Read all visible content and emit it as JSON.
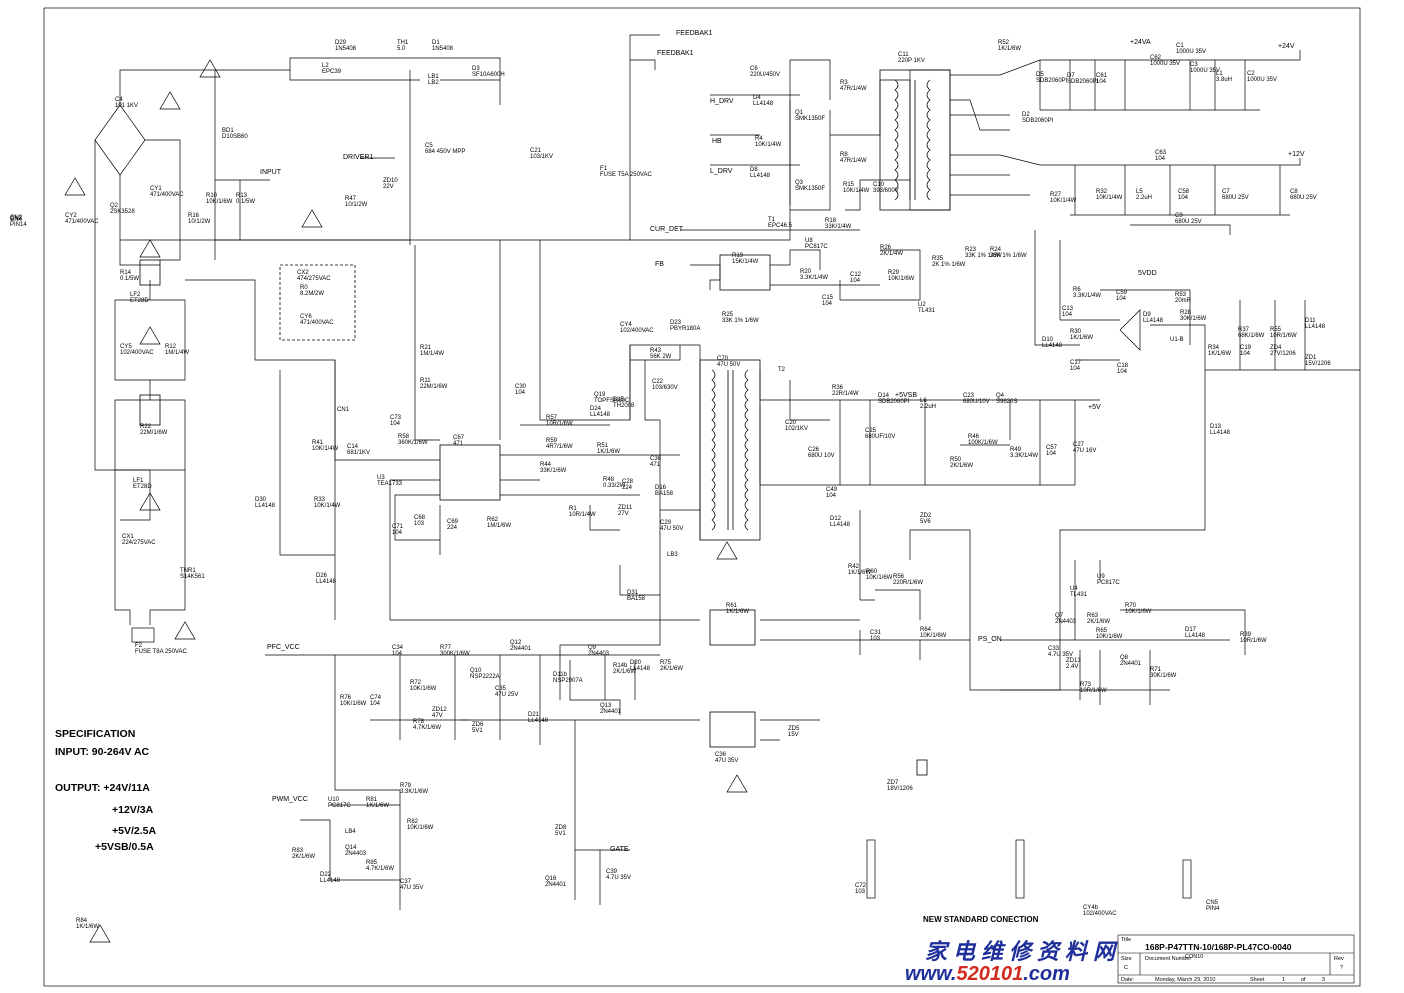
{
  "spec": {
    "heading": "SPECIFICATION",
    "input": "INPUT: 90-264V AC",
    "output_24": "OUTPUT: +24V/11A",
    "output_12": "+12V/3A",
    "output_5": "+5V/2.5A",
    "output_5vsb": "+5VSB/0.5A"
  },
  "title_block": {
    "title_label": "Title",
    "title": "168P-P47TTN-10/168P-PL47CO-0040",
    "size_label": "Size",
    "size": "C",
    "doc_label": "Document Number",
    "doc": "CON10",
    "rev_label": "Rev",
    "rev": "?",
    "date_label": "Date:",
    "date": "Monday, March 29, 2010",
    "sheet_label": "Sheet",
    "sheet": "1",
    "of_label": "of",
    "of": "3"
  },
  "new_standard": "NEW STANDARD CONECTION",
  "watermark": {
    "cn": "家电维修资料网",
    "url_a": "www.",
    "url_b": "520101",
    "url_c": ".com"
  },
  "nets": {
    "feedbak1": "FEEDBAK1",
    "feedbak1b": "FEEDBAK1",
    "h_drv": "H_DRV",
    "l_drv": "L_DRV",
    "hb": "HB",
    "cur_det": "CUR_DET",
    "fb": "FB",
    "driver1": "DRIVER1",
    "input": "INPUT",
    "pfc_vcc": "PFC_VCC",
    "pwm_vcc": "PWM_VCC",
    "ps_on": "PS_ON",
    "gate": "GATE",
    "plus24va": "+24VA",
    "plus24v": "+24V",
    "plus12v": "+12V",
    "plus5v": "+5V",
    "plus5vsb": "+5VSB",
    "5vdd": "5VDD"
  },
  "components": [
    {
      "t": "D29",
      "v": "1N5408"
    },
    {
      "t": "TH1",
      "v": "5.0"
    },
    {
      "t": "D1",
      "v": "1N5408"
    },
    {
      "t": "L2",
      "v": "EPC39"
    },
    {
      "t": "LB1",
      "v": "LB2"
    },
    {
      "t": "D3",
      "v": "SF10A600H"
    },
    {
      "t": "C4",
      "v": "101 1KV"
    },
    {
      "t": "BD1",
      "v": "D10SB60"
    },
    {
      "t": "C5",
      "v": "684 450V MPP"
    },
    {
      "t": "Q2",
      "v": "2SK3528"
    },
    {
      "t": "CY1",
      "v": "471/400VAC"
    },
    {
      "t": "CY2",
      "v": "471/400VAC"
    },
    {
      "t": "R16",
      "v": "10/1/2W"
    },
    {
      "t": "R47",
      "v": "10/1/2W"
    },
    {
      "t": "ZD10",
      "v": "22V"
    },
    {
      "t": "R10",
      "v": "10K/1/6W"
    },
    {
      "t": "R13",
      "v": "0.1/5W"
    },
    {
      "t": "R14",
      "v": "0.1/5W"
    },
    {
      "t": "LF2",
      "v": "ET28D"
    },
    {
      "t": "CX2",
      "v": "474/275VAC"
    },
    {
      "t": "R0",
      "v": "8.2M/2W"
    },
    {
      "t": "CY6",
      "v": "471/400VAC"
    },
    {
      "t": "CY5",
      "v": "102/400VAC"
    },
    {
      "t": "R12",
      "v": "1M/1/4W"
    },
    {
      "t": "R21",
      "v": "1M/1/4W"
    },
    {
      "t": "R11",
      "v": "22M/1/6W"
    },
    {
      "t": "R22",
      "v": "22M/1/6W"
    },
    {
      "t": "LF1",
      "v": "ET28D"
    },
    {
      "t": "CX1",
      "v": "224/275VAC"
    },
    {
      "t": "TNR1",
      "v": "S14K561"
    },
    {
      "t": "F2",
      "v": "FUSE T8A 250VAC"
    },
    {
      "t": "CN1",
      "v": ""
    },
    {
      "t": "R41",
      "v": "10K/1/4W"
    },
    {
      "t": "C14",
      "v": "681/1KV"
    },
    {
      "t": "D30",
      "v": "LL4148"
    },
    {
      "t": "R33",
      "v": "10K/1/4W"
    },
    {
      "t": "D26",
      "v": "LL4148"
    },
    {
      "t": "C73",
      "v": "104"
    },
    {
      "t": "R58",
      "v": "360K/1/6W"
    },
    {
      "t": "C67",
      "v": "471"
    },
    {
      "t": "U3",
      "v": "TEA1733"
    },
    {
      "t": "C71",
      "v": "104"
    },
    {
      "t": "C68",
      "v": "103"
    },
    {
      "t": "C69",
      "v": "224"
    },
    {
      "t": "R62",
      "v": "1M/1/6W"
    },
    {
      "t": "C30",
      "v": "104"
    },
    {
      "t": "C21",
      "v": "103/1KV"
    },
    {
      "t": "F1",
      "v": "FUSE T5A 250VAC"
    },
    {
      "t": "C6",
      "v": "220U/450V"
    },
    {
      "t": "D4",
      "v": "LL4148"
    },
    {
      "t": "R3",
      "v": "47R/1/4W"
    },
    {
      "t": "Q1",
      "v": "SMK1350F"
    },
    {
      "t": "R4",
      "v": "10K/1/4W"
    },
    {
      "t": "D8",
      "v": "LL4148"
    },
    {
      "t": "R8",
      "v": "47R/1/4W"
    },
    {
      "t": "Q3",
      "v": "SMK1350F"
    },
    {
      "t": "R15",
      "v": "10K/1/4W"
    },
    {
      "t": "C10",
      "v": "393/600V"
    },
    {
      "t": "C11",
      "v": "220P 1KV"
    },
    {
      "t": "T1",
      "v": "EPC46.5"
    },
    {
      "t": "R18",
      "v": "33K/1/4W"
    },
    {
      "t": "R19",
      "v": "15K/1/4W"
    },
    {
      "t": "U8",
      "v": "PC817C"
    },
    {
      "t": "R20",
      "v": "3.3K/1/4W"
    },
    {
      "t": "R26",
      "v": "2K/1/4W"
    },
    {
      "t": "C12",
      "v": "104"
    },
    {
      "t": "R29",
      "v": "10K/1/6W"
    },
    {
      "t": "C15",
      "v": "104"
    },
    {
      "t": "U2",
      "v": "TL431"
    },
    {
      "t": "R35",
      "v": "2K 1% 1/6W"
    },
    {
      "t": "R23",
      "v": "33K 1% 1/6W"
    },
    {
      "t": "R24",
      "v": "33K 1% 1/6W"
    },
    {
      "t": "R25",
      "v": "33K 1% 1/6W"
    },
    {
      "t": "CY4",
      "v": "102/400VAC"
    },
    {
      "t": "D23",
      "v": "PBYR180A"
    },
    {
      "t": "R43",
      "v": "56K 2W"
    },
    {
      "t": "C22",
      "v": "103/630V"
    },
    {
      "t": "D15",
      "v": "TH2008"
    },
    {
      "t": "Q19",
      "v": "TOPFSN60C"
    },
    {
      "t": "D24",
      "v": "LL4148"
    },
    {
      "t": "R57",
      "v": "10R/1/6W"
    },
    {
      "t": "R59",
      "v": "4R7/1/6W"
    },
    {
      "t": "R51",
      "v": "1K/1/6W"
    },
    {
      "t": "R44",
      "v": "33K/1/6W"
    },
    {
      "t": "C38",
      "v": "471"
    },
    {
      "t": "R48",
      "v": "0.33/2W"
    },
    {
      "t": "C28",
      "v": "224"
    },
    {
      "t": "D16",
      "v": "BA158"
    },
    {
      "t": "R1",
      "v": "10R/1/4W"
    },
    {
      "t": "ZD11",
      "v": "27V"
    },
    {
      "t": "C29",
      "v": "47U 50V"
    },
    {
      "t": "LB3",
      "v": ""
    },
    {
      "t": "D31",
      "v": "BA158"
    },
    {
      "t": "C70",
      "v": "47U 50V"
    },
    {
      "t": "T2",
      "v": ""
    },
    {
      "t": "R36",
      "v": "22R/1/4W"
    },
    {
      "t": "C20",
      "v": "102/1KV"
    },
    {
      "t": "D14",
      "v": "SDB2060PI"
    },
    {
      "t": "L6",
      "v": "2.2uH"
    },
    {
      "t": "C25",
      "v": "680UF/10V"
    },
    {
      "t": "C26",
      "v": "680U 10V"
    },
    {
      "t": "C49",
      "v": "104"
    },
    {
      "t": "C23",
      "v": "680U/10V"
    },
    {
      "t": "Q4",
      "v": "S9620S"
    },
    {
      "t": "R46",
      "v": "100K/1/6W"
    },
    {
      "t": "R50",
      "v": "2K/1/6W"
    },
    {
      "t": "R49",
      "v": "3.3K/1/4W"
    },
    {
      "t": "C57",
      "v": "104"
    },
    {
      "t": "C27",
      "v": "47U 16V"
    },
    {
      "t": "R52",
      "v": "1K/1/6W"
    },
    {
      "t": "D2",
      "v": "SDB2060PI"
    },
    {
      "t": "D5",
      "v": "SDB2060PI"
    },
    {
      "t": "D7",
      "v": "SDB2060PI"
    },
    {
      "t": "C61",
      "v": "104"
    },
    {
      "t": "C62",
      "v": "1000U 35V"
    },
    {
      "t": "C1",
      "v": "1000U 35V"
    },
    {
      "t": "C3",
      "v": "1000U 35V"
    },
    {
      "t": "L1",
      "v": "3.8uH"
    },
    {
      "t": "C2",
      "v": "1000U 35V"
    },
    {
      "t": "C63",
      "v": "104"
    },
    {
      "t": "R27",
      "v": "10K/1/4W"
    },
    {
      "t": "R32",
      "v": "10K/1/4W"
    },
    {
      "t": "L5",
      "v": "2.2uH"
    },
    {
      "t": "C58",
      "v": "104"
    },
    {
      "t": "C7",
      "v": "680U 25V"
    },
    {
      "t": "C8",
      "v": "680U 25V"
    },
    {
      "t": "C9",
      "v": "680U 25V"
    },
    {
      "t": "R6",
      "v": "3.3K/1/4W"
    },
    {
      "t": "C59",
      "v": "104"
    },
    {
      "t": "R53",
      "v": "20mR"
    },
    {
      "t": "C13",
      "v": "104"
    },
    {
      "t": "D9",
      "v": "LL4148"
    },
    {
      "t": "R28",
      "v": "30K/1/6W"
    },
    {
      "t": "R30",
      "v": "1K/1/6W"
    },
    {
      "t": "U1-B",
      "v": ""
    },
    {
      "t": "D10",
      "v": "LL4148"
    },
    {
      "t": "C17",
      "v": "104"
    },
    {
      "t": "C18",
      "v": "104"
    },
    {
      "t": "R34",
      "v": "1K/1/6W"
    },
    {
      "t": "R37",
      "v": "68K/1/6W"
    },
    {
      "t": "C19",
      "v": "104"
    },
    {
      "t": "R55",
      "v": "10R/1/6W"
    },
    {
      "t": "ZD4",
      "v": "27V/1206"
    },
    {
      "t": "D11",
      "v": "LL4148"
    },
    {
      "t": "ZD1",
      "v": "15V/1206"
    },
    {
      "t": "D13",
      "v": "LL4148"
    },
    {
      "t": "ZD2",
      "v": "5V6"
    },
    {
      "t": "D12",
      "v": "LL4148"
    },
    {
      "t": "R42",
      "v": "1K/1/6W"
    },
    {
      "t": "R60",
      "v": "10K/1/6W"
    },
    {
      "t": "R56",
      "v": "220R/1/6W"
    },
    {
      "t": "R61",
      "v": "1K/1/6W"
    },
    {
      "t": "C31",
      "v": "103"
    },
    {
      "t": "R64",
      "v": "10K/1/6W"
    },
    {
      "t": "U9",
      "v": "PC817C"
    },
    {
      "t": "U4",
      "v": "TL431"
    },
    {
      "t": "R70",
      "v": "10K/1/6W"
    },
    {
      "t": "Q7",
      "v": "2N4403"
    },
    {
      "t": "R63",
      "v": "2K/1/6W"
    },
    {
      "t": "R65",
      "v": "10K/1/6W"
    },
    {
      "t": "D17",
      "v": "LL4148"
    },
    {
      "t": "R39",
      "v": "10R/1/6W"
    },
    {
      "t": "C33",
      "v": "4.7U 35V"
    },
    {
      "t": "ZD13",
      "v": "2.4V"
    },
    {
      "t": "Q8",
      "v": "2N4401"
    },
    {
      "t": "R71",
      "v": "30K/1/6W"
    },
    {
      "t": "R73",
      "v": "10R/1/6W"
    },
    {
      "t": "C34",
      "v": "104"
    },
    {
      "t": "R77",
      "v": "300K/1/6W"
    },
    {
      "t": "Q12",
      "v": "2N4401"
    },
    {
      "t": "Q9",
      "v": "2N4403"
    },
    {
      "t": "R72",
      "v": "10K/1/6W"
    },
    {
      "t": "Q10",
      "v": "NSP2222A"
    },
    {
      "t": "D11b",
      "v": "NSP2907A"
    },
    {
      "t": "R14b",
      "v": "2K/1/6W"
    },
    {
      "t": "D20",
      "v": "LL4148"
    },
    {
      "t": "R75",
      "v": "2K/1/6W"
    },
    {
      "t": "R76",
      "v": "10K/1/6W"
    },
    {
      "t": "C74",
      "v": "104"
    },
    {
      "t": "ZD12",
      "v": "47V"
    },
    {
      "t": "C35",
      "v": "47U 25V"
    },
    {
      "t": "R78",
      "v": "4.7K/1/6W"
    },
    {
      "t": "ZD6",
      "v": "5V1"
    },
    {
      "t": "D21",
      "v": "LL4148"
    },
    {
      "t": "Q13",
      "v": "2N4401"
    },
    {
      "t": "C36",
      "v": "47U 35V"
    },
    {
      "t": "ZD5",
      "v": "15V"
    },
    {
      "t": "R79",
      "v": "3.3K/1/6W"
    },
    {
      "t": "U10",
      "v": "PC817C"
    },
    {
      "t": "R81",
      "v": "1K/1/6W"
    },
    {
      "t": "LB4",
      "v": ""
    },
    {
      "t": "Q14",
      "v": "2N4403"
    },
    {
      "t": "R82",
      "v": "10K/1/6W"
    },
    {
      "t": "R83",
      "v": "2K/1/6W"
    },
    {
      "t": "R85",
      "v": "4.7K/1/6W"
    },
    {
      "t": "D22",
      "v": "LL4148"
    },
    {
      "t": "C37",
      "v": "47U 35V"
    },
    {
      "t": "ZD8",
      "v": "5V1"
    },
    {
      "t": "Q16",
      "v": "2N4401"
    },
    {
      "t": "C39",
      "v": "4.7U 35V"
    },
    {
      "t": "R84",
      "v": "1K/1/6W"
    },
    {
      "t": "ZD7",
      "v": "18V/1206"
    },
    {
      "t": "C72",
      "v": "103"
    },
    {
      "t": "CY4b",
      "v": "102/400VAC"
    },
    {
      "t": "CN5",
      "v": "PIN4"
    },
    {
      "t": "CN2",
      "v": ""
    },
    {
      "t": "CN3",
      "v": "PIN14"
    },
    {
      "t": "CN4",
      "v": ""
    }
  ]
}
